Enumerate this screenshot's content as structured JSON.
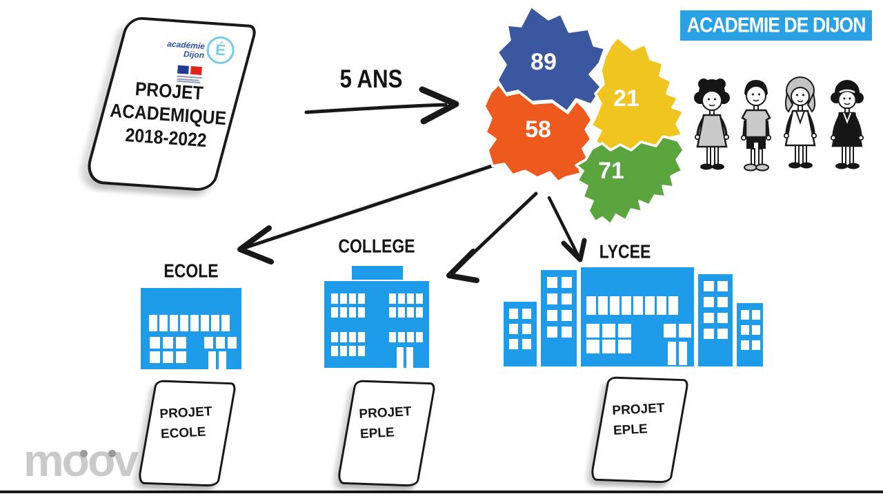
{
  "banner": {
    "label": "ACADEMIE DE DIJON"
  },
  "timeline": {
    "label": "5 ANS"
  },
  "document": {
    "logo": {
      "academie": "académie",
      "dijon": "Dijon",
      "badge": "É"
    },
    "title_line1": "PROJET",
    "title_line2": "ACADEMIQUE",
    "title_line3": "2018-2022"
  },
  "map": {
    "departments": [
      {
        "code": "89",
        "color": "#3a57a0"
      },
      {
        "code": "21",
        "color": "#f0c51f"
      },
      {
        "code": "58",
        "color": "#ee5a1e"
      },
      {
        "code": "71",
        "color": "#5ba53f"
      }
    ]
  },
  "characters": [
    "girl-with-curly-dark-hair",
    "boy-in-shorts",
    "girl-with-light-hair",
    "girl-in-dark-dress"
  ],
  "schools": [
    {
      "label": "ECOLE",
      "project_line1": "PROJET",
      "project_line2": "ECOLE"
    },
    {
      "label": "COLLEGE",
      "project_line1": "PROJET",
      "project_line2": "EPLE"
    },
    {
      "label": "LYCEE",
      "project_line1": "PROJET",
      "project_line2": "EPLE"
    }
  ],
  "watermark": {
    "label": "moov"
  },
  "colors": {
    "building_blue": "#1e9ce9",
    "banner_blue": "#2aa1e3",
    "map_blue": "#3a57a0",
    "map_yellow": "#f0c51f",
    "map_orange": "#ee5a1e",
    "map_green": "#5ba53f",
    "ink": "#181818",
    "watermark_gray": "#cacaca"
  }
}
